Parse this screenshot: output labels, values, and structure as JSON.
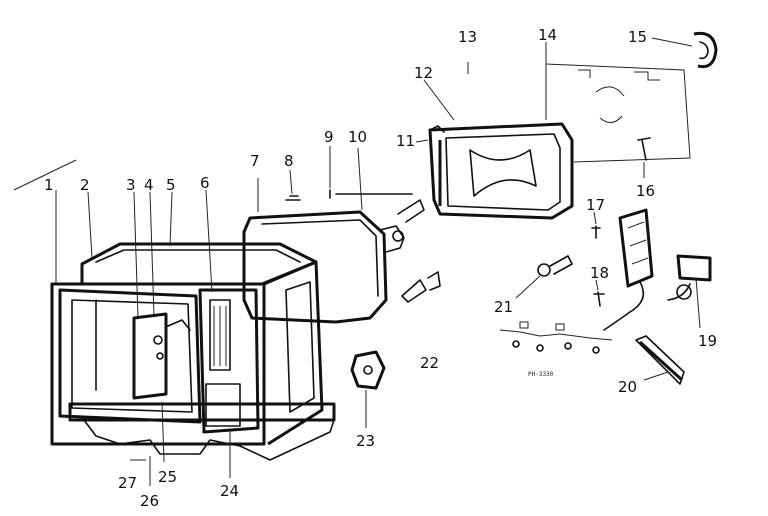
{
  "callouts": [
    "1",
    "2",
    "3",
    "4",
    "5",
    "6",
    "7",
    "8",
    "9",
    "10",
    "11",
    "12",
    "13",
    "14",
    "15",
    "16",
    "17",
    "18",
    "19",
    "20",
    "21",
    "22",
    "23",
    "24",
    "25",
    "26",
    "27"
  ],
  "drawing_code": "PH-3330"
}
